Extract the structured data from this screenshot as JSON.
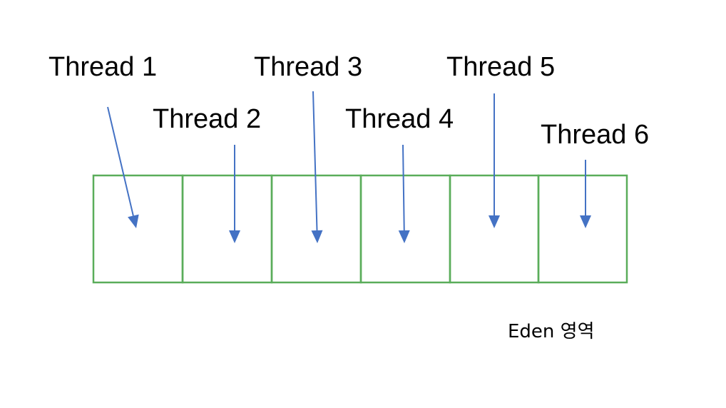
{
  "threads": [
    {
      "label": "Thread 1"
    },
    {
      "label": "Thread 2"
    },
    {
      "label": "Thread 3"
    },
    {
      "label": "Thread 4"
    },
    {
      "label": "Thread 5"
    },
    {
      "label": "Thread 6"
    }
  ],
  "eden": {
    "label": "Eden 영역",
    "cell_count": 6
  },
  "colors": {
    "cell_border": "#5aad5a",
    "arrow": "#4472c4",
    "text": "#000000"
  }
}
